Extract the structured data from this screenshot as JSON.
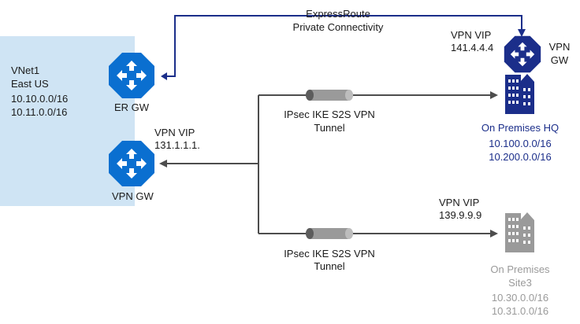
{
  "colors": {
    "vnet_bg": "#cfe4f4",
    "azure_blue": "#0a6fd0",
    "navy": "#1b2e8a",
    "grey": "#9a9a9a",
    "line": "#4d4d4d"
  },
  "vnet": {
    "name": "VNet1",
    "region": "East US",
    "prefixes": [
      "10.10.0.0/16",
      "10.11.0.0/16"
    ]
  },
  "er_gateway": {
    "label": "ER GW",
    "icon": "router-icon"
  },
  "vpn_gateway": {
    "label": "VPN GW",
    "vip_label": "VPN VIP",
    "vip": "131.1.1.1.",
    "icon": "router-icon"
  },
  "expressroute": {
    "line1": "ExpressRoute",
    "line2": "Private Connectivity"
  },
  "hq": {
    "vip_label": "VPN VIP",
    "vip": "141.4.4.4",
    "gw_line1": "VPN",
    "gw_line2": "GW",
    "name": "On Premises HQ",
    "prefixes": [
      "10.100.0.0/16",
      "10.200.0.0/16"
    ],
    "icon": "building-icon"
  },
  "site3": {
    "vip_label": "VPN VIP",
    "vip": "139.9.9.9",
    "name_line1": "On Premises",
    "name_line2": "Site3",
    "prefixes": [
      "10.30.0.0/16",
      "10.31.0.0/16"
    ],
    "icon": "building-icon"
  },
  "tunnel1": {
    "line1": "IPsec IKE S2S VPN",
    "line2": "Tunnel"
  },
  "tunnel2": {
    "line1": "IPsec IKE S2S VPN",
    "line2": "Tunnel"
  }
}
